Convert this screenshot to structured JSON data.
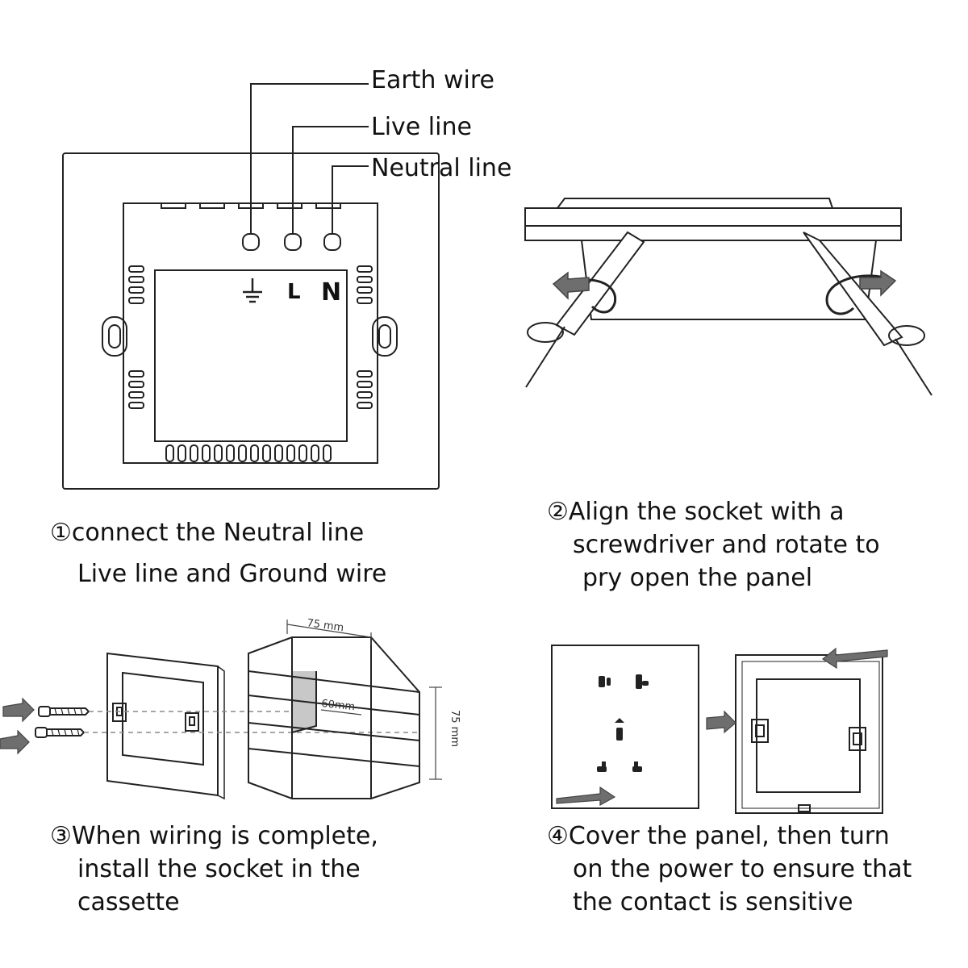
{
  "callouts": {
    "earth": "Earth wire",
    "live": "Live line",
    "neutral": "Neutral line"
  },
  "terminals": {
    "earth_symbol": "⏚",
    "live": "L",
    "neutral": "N"
  },
  "dimensions": {
    "width": "75 mm",
    "inner": "60mm",
    "height": "75 mm"
  },
  "steps": [
    {
      "number": "①",
      "lines": [
        "connect the Neutral line",
        "Live line and Ground wire"
      ]
    },
    {
      "number": "②",
      "lines": [
        "Align the socket with a",
        "screwdriver and rotate to",
        "pry open the panel"
      ]
    },
    {
      "number": "③",
      "lines": [
        "When wiring is complete,",
        "install the socket in the",
        "cassette"
      ]
    },
    {
      "number": "④",
      "lines": [
        "Cover the panel, then turn",
        "on the power to ensure that",
        "the contact is sensitive"
      ]
    }
  ],
  "colors": {
    "line": "#222222",
    "arrow": "#6e6e6e",
    "shade": "#c8c8c8"
  }
}
